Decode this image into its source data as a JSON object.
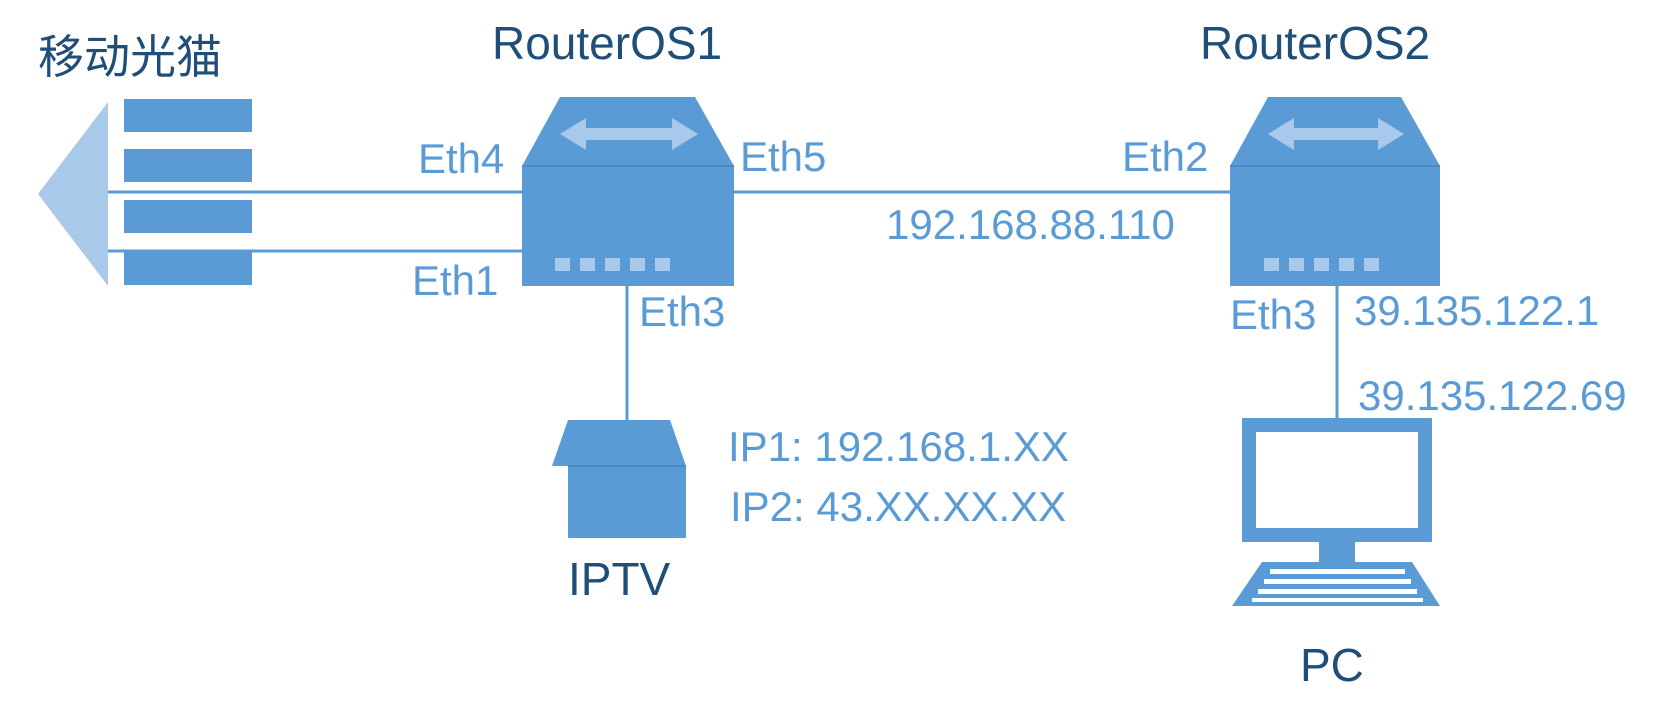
{
  "labels": {
    "modem": "移动光猫",
    "router1": "RouterOS1",
    "router2": "RouterOS2",
    "iptv": "IPTV",
    "pc": "PC"
  },
  "ports": {
    "r1_eth4": "Eth4",
    "r1_eth1": "Eth1",
    "r1_eth5": "Eth5",
    "r1_eth3": "Eth3",
    "r2_eth2": "Eth2",
    "r2_eth3": "Eth3"
  },
  "addresses": {
    "r2_eth2_ip": "192.168.88.110",
    "r2_eth3_ip": "39.135.122.1",
    "pc_ip": "39.135.122.69",
    "iptv_ip1": "IP1: 192.168.1.XX",
    "iptv_ip2": "IP2: 43.XX.XX.XX"
  },
  "colors": {
    "device": "#5b9bd5",
    "device_dark": "#4a8ac6",
    "device_light": "#a9c9ea",
    "label_dark": "#1f4e79",
    "label_light": "#5b9bd5"
  }
}
